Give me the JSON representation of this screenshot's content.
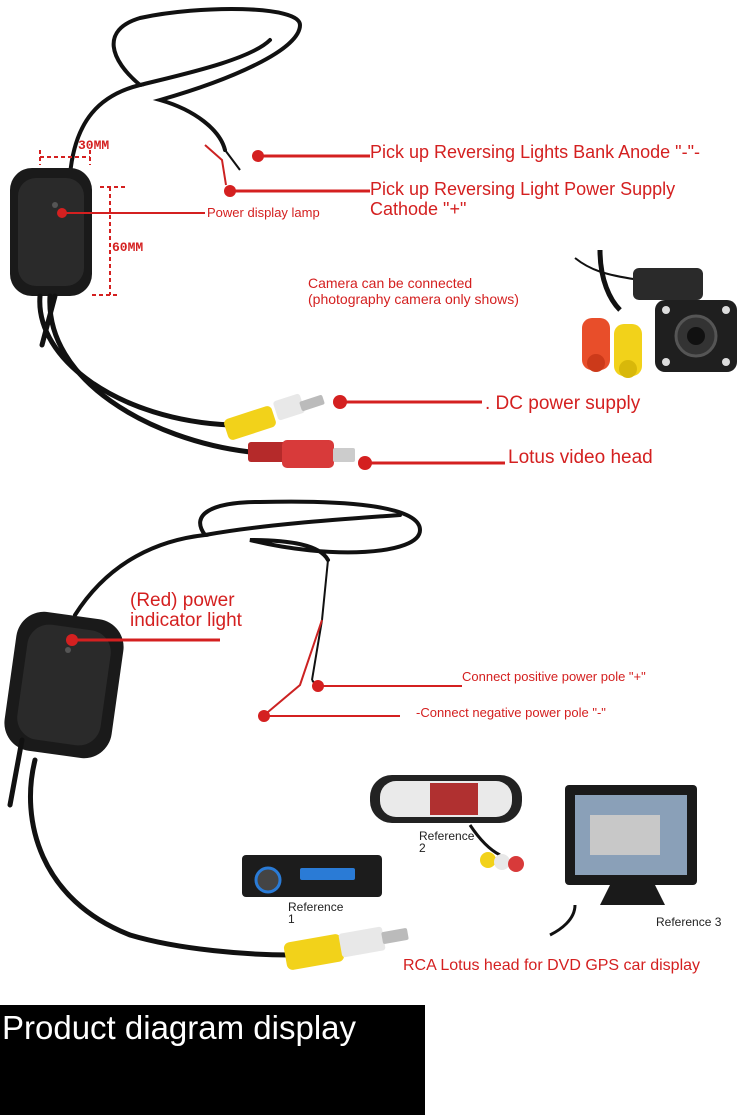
{
  "top": {
    "dim_width": "30MM",
    "dim_height": "60MM",
    "label_anode": "Pick up Reversing Lights Bank Anode \"-\"-",
    "label_cathode_l1": "Pick up Reversing Light Power Supply",
    "label_cathode_l2": "Cathode \"+\"",
    "label_lamp": "Power display lamp",
    "label_camera_l1": "Camera can be connected",
    "label_camera_l2": "(photography camera only shows)",
    "label_dc": ". DC power supply",
    "label_lotus": "Lotus video head"
  },
  "bottom": {
    "label_power_l1": "(Red) power",
    "label_power_l2": "indicator light",
    "label_positive": "Connect positive power pole \"+\"",
    "label_negative": "-Connect negative power pole \"-\"",
    "ref1_l1": "Reference",
    "ref1_l2": "1",
    "ref2_l1": "Reference",
    "ref2_l2": "2",
    "ref3": "Reference 3",
    "label_rca": "RCA Lotus head for DVD GPS car display"
  },
  "footer": {
    "title": "Product diagram display"
  },
  "colors": {
    "accent": "#d42020",
    "cable": "#111111",
    "yellow": "#f2d21a",
    "red_plug": "#d83a3a"
  }
}
